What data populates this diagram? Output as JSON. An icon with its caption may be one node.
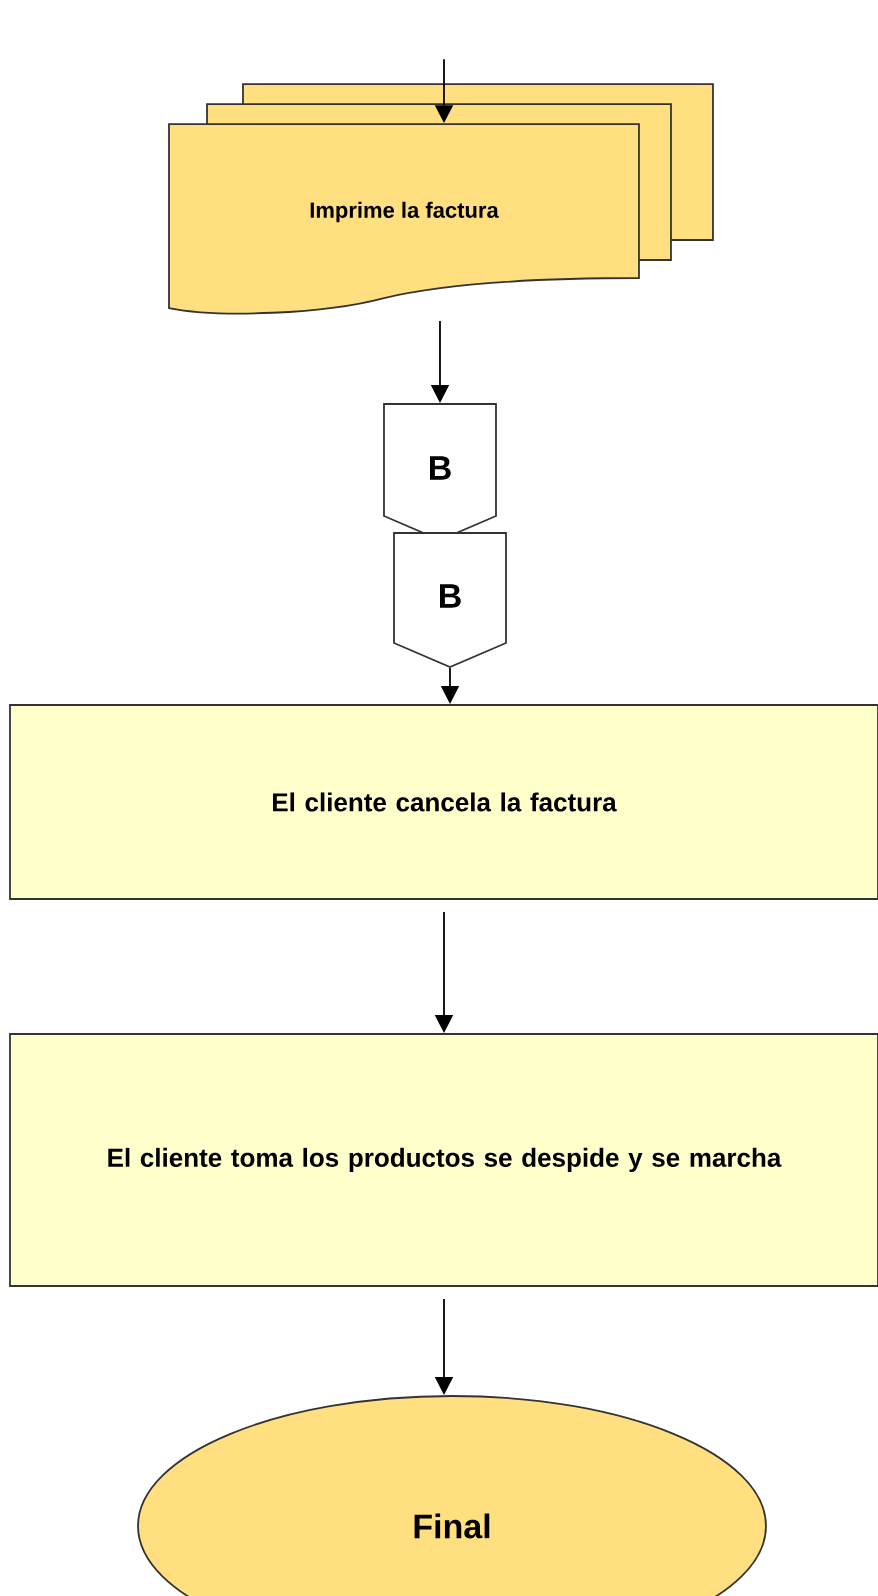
{
  "diagram": {
    "nodes": [
      {
        "text": [
          "Imprime la factura"
        ]
      },
      {
        "text": [
          "B"
        ]
      },
      {
        "text": [
          "B"
        ]
      },
      {
        "text": [
          "El cliente cancela la factura"
        ]
      },
      {
        "text": [
          "El cliente toma los productos se despide y se marcha"
        ]
      },
      {
        "text": [
          "Final"
        ]
      }
    ],
    "edges": [
      {
        "from": null,
        "to": 0,
        "arrow": "to"
      },
      {
        "from": 0,
        "to": 1,
        "arrow": "to"
      },
      {
        "from": 2,
        "to": 3,
        "arrow": "to"
      },
      {
        "from": 3,
        "to": 4,
        "arrow": "to"
      },
      {
        "from": 4,
        "to": 5,
        "arrow": "to"
      }
    ]
  }
}
